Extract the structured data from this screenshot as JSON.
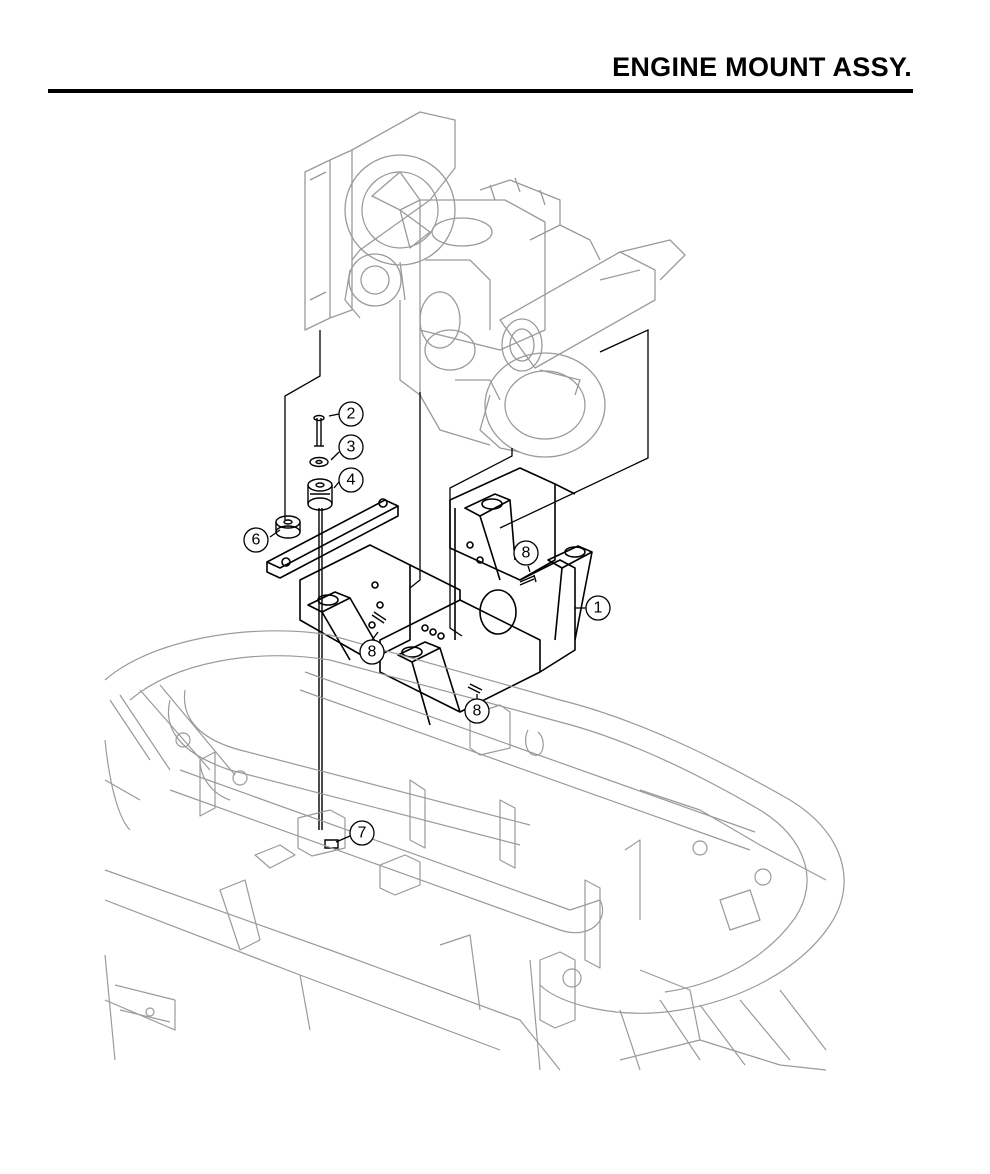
{
  "header": {
    "title": "ENGINE MOUNT ASSY."
  },
  "callouts": [
    {
      "id": "callout-1",
      "label": "1",
      "part": "engine-mount-frame"
    },
    {
      "id": "callout-2",
      "label": "2",
      "part": "bolt"
    },
    {
      "id": "callout-3",
      "label": "3",
      "part": "washer"
    },
    {
      "id": "callout-4",
      "label": "4",
      "part": "rubber-isolator"
    },
    {
      "id": "callout-5",
      "label": "6",
      "part": "isolator-cup"
    },
    {
      "id": "callout-6",
      "label": "7",
      "part": "nut"
    },
    {
      "id": "callout-7",
      "label": "8",
      "part": "bolt-upper"
    },
    {
      "id": "callout-8",
      "label": "8",
      "part": "bolt-left"
    },
    {
      "id": "callout-9",
      "label": "8",
      "part": "bolt-lower"
    }
  ],
  "colors": {
    "ink": "#000000",
    "faint": "#9a9a9a",
    "paper": "#ffffff"
  }
}
